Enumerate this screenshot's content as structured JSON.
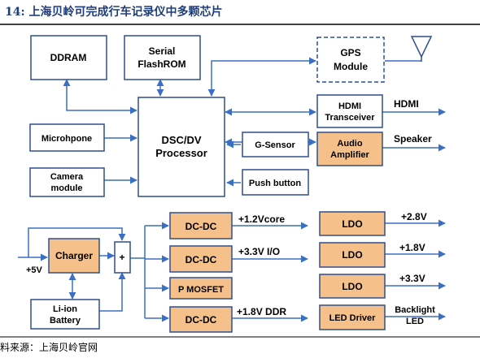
{
  "header": {
    "title": "14:  上海贝岭可完成行车记录仪中多颗芯片"
  },
  "footer": {
    "source": "料来源：上海贝岭官网"
  },
  "colors": {
    "title": "#1f3d7a",
    "box_border": "#2e4f8f",
    "arrow": "#3b6fc4",
    "orange_fill": "#f5c08a",
    "white_fill": "#ffffff",
    "divider": "#000000"
  },
  "blocks": {
    "ddram": "DDRAM",
    "serial_flash_1": "Serial",
    "serial_flash_2": "FlashROM",
    "gps_1": "GPS",
    "gps_2": "Module",
    "processor_1": "DSC/DV",
    "processor_2": "Processor",
    "hdmi_tx_1": "HDMI",
    "hdmi_tx_2": "Transceiver",
    "audio_amp_1": "Audio",
    "audio_amp_2": "Amplifier",
    "microphone": "Microhpone",
    "g_sensor": "G-Sensor",
    "camera_1": "Camera",
    "camera_2": "module",
    "push_button": "Push button",
    "charger": "Charger",
    "adder": "+",
    "battery_1": "Li-ion",
    "battery_2": "Battery",
    "dcdc_1": "DC-DC",
    "dcdc_2": "DC-DC",
    "pmosfet": "P MOSFET",
    "dcdc_3": "DC-DC",
    "ldo_1": "LDO",
    "ldo_2": "LDO",
    "ldo_3": "LDO",
    "led_driver": "LED Driver"
  },
  "signals": {
    "hdmi": "HDMI",
    "speaker": "Speaker",
    "v_in": "+5V",
    "v_1v2": "+1.2Vcore",
    "v_3v3_io": "+3.3V I/O",
    "v_1v8_ddr": "+1.8V DDR",
    "ldo_2v8": "+2.8V",
    "ldo_1v8": "+1.8V",
    "ldo_3v3": "+3.3V",
    "backlight_1": "Backlight",
    "backlight_2": "LED"
  },
  "icons": {
    "antenna": "antenna-icon"
  }
}
